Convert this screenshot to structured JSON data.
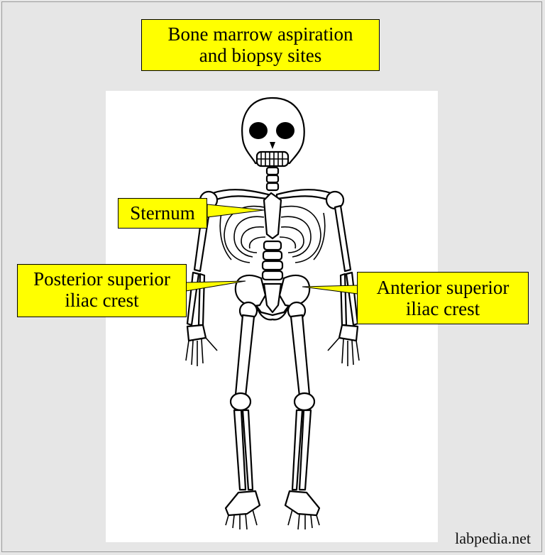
{
  "figure": {
    "title": "Bone marrow aspiration\nand biopsy sites",
    "labels": {
      "sternum": "Sternum",
      "posterior": "Posterior superior\niliac crest",
      "anterior": "Anterior superior\niliac crest"
    },
    "watermark": "labpedia.net"
  },
  "colors": {
    "label_fill": "#ffff00",
    "background": "#e6e6e6",
    "panel": "#ffffff"
  }
}
